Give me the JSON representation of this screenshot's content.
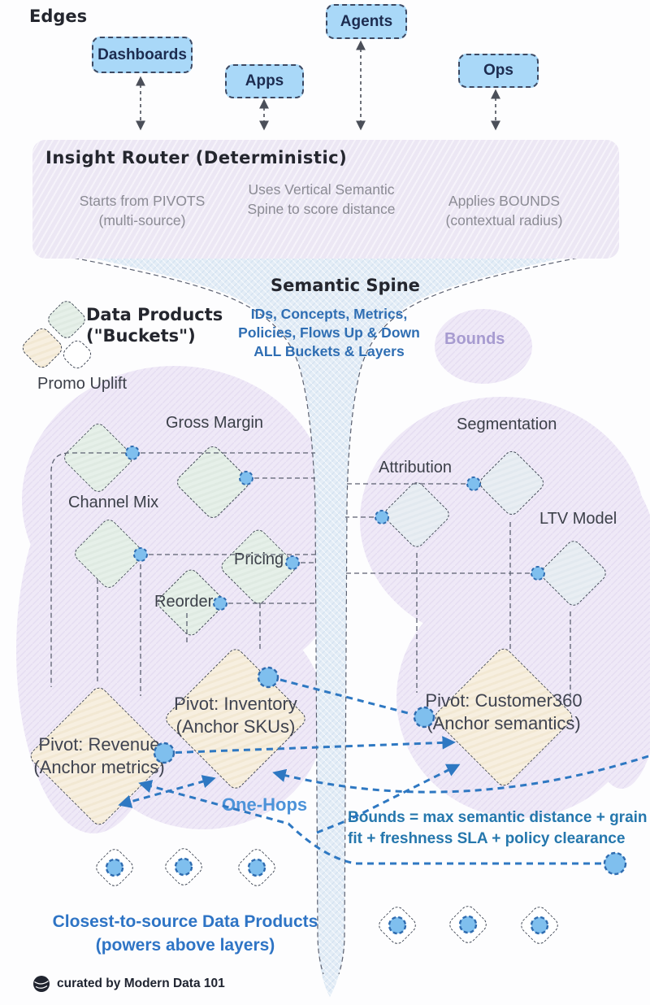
{
  "edges": {
    "label": "Edges",
    "nodes": [
      {
        "label": "Dashboards"
      },
      {
        "label": "Agents"
      },
      {
        "label": "Apps"
      },
      {
        "label": "Ops"
      }
    ]
  },
  "router": {
    "title": "Insight Router (Deterministic)",
    "features": [
      "Starts from PIVOTS (multi-source)",
      "Uses Vertical Semantic Spine to score distance",
      "Applies BOUNDS (contextual radius)"
    ]
  },
  "spine": {
    "title": "Semantic Spine",
    "description": "IDs, Concepts, Metrics, Policies, Flows Up & Down ALL Buckets & Layers"
  },
  "legend": {
    "title_line1": "Data Products",
    "title_line2": "(\"Buckets\")"
  },
  "bounds_region_label": "Bounds",
  "buckets": {
    "left": [
      {
        "label": "Promo Uplift"
      },
      {
        "label": "Gross Margin"
      },
      {
        "label": "Channel Mix"
      },
      {
        "label": "Pricing"
      },
      {
        "label": "Reorder"
      }
    ],
    "right": [
      {
        "label": "Segmentation"
      },
      {
        "label": "Attribution"
      },
      {
        "label": "LTV Model"
      }
    ]
  },
  "pivots": [
    {
      "line1": "Pivot: Revenue",
      "line2": "(Anchor metrics)"
    },
    {
      "line1": "Pivot: Inventory",
      "line2": "(Anchor SKUs)"
    },
    {
      "line1": "Pivot: Customer360",
      "line2": "(Anchor semantics)"
    }
  ],
  "one_hops_label": "One-Hops",
  "bounds_formula": "Bounds = max semantic distance + grain fit + freshness SLA + policy clearance",
  "source_layer": {
    "line1": "Closest-to-source Data Products",
    "line2": "(powers above layers)"
  },
  "footer": {
    "credit": "curated by Modern Data 101"
  },
  "colors": {
    "node_fill": "#a9d8f8",
    "node_border": "#3c4963",
    "node_text": "#1d2c50",
    "router_band": "#ece7f4",
    "funnel": "#e4edf6",
    "bounds_blob": "#efe9f7",
    "bucket_diamond": "#e5efe8",
    "analytics_diamond": "#e8edf2",
    "pivot_diamond": "#f7eedd",
    "dot_fill": "#7fbfee",
    "dot_border": "#2f6cb0",
    "connector_gray": "#5b6070",
    "one_hop_blue": "#2e78c2",
    "spine_text": "#2f6eb3",
    "formula_text": "#2577ad",
    "closest_text": "#2e74c5",
    "bounds_label_text": "#a79bd0",
    "muted_text": "#8b8b94"
  }
}
